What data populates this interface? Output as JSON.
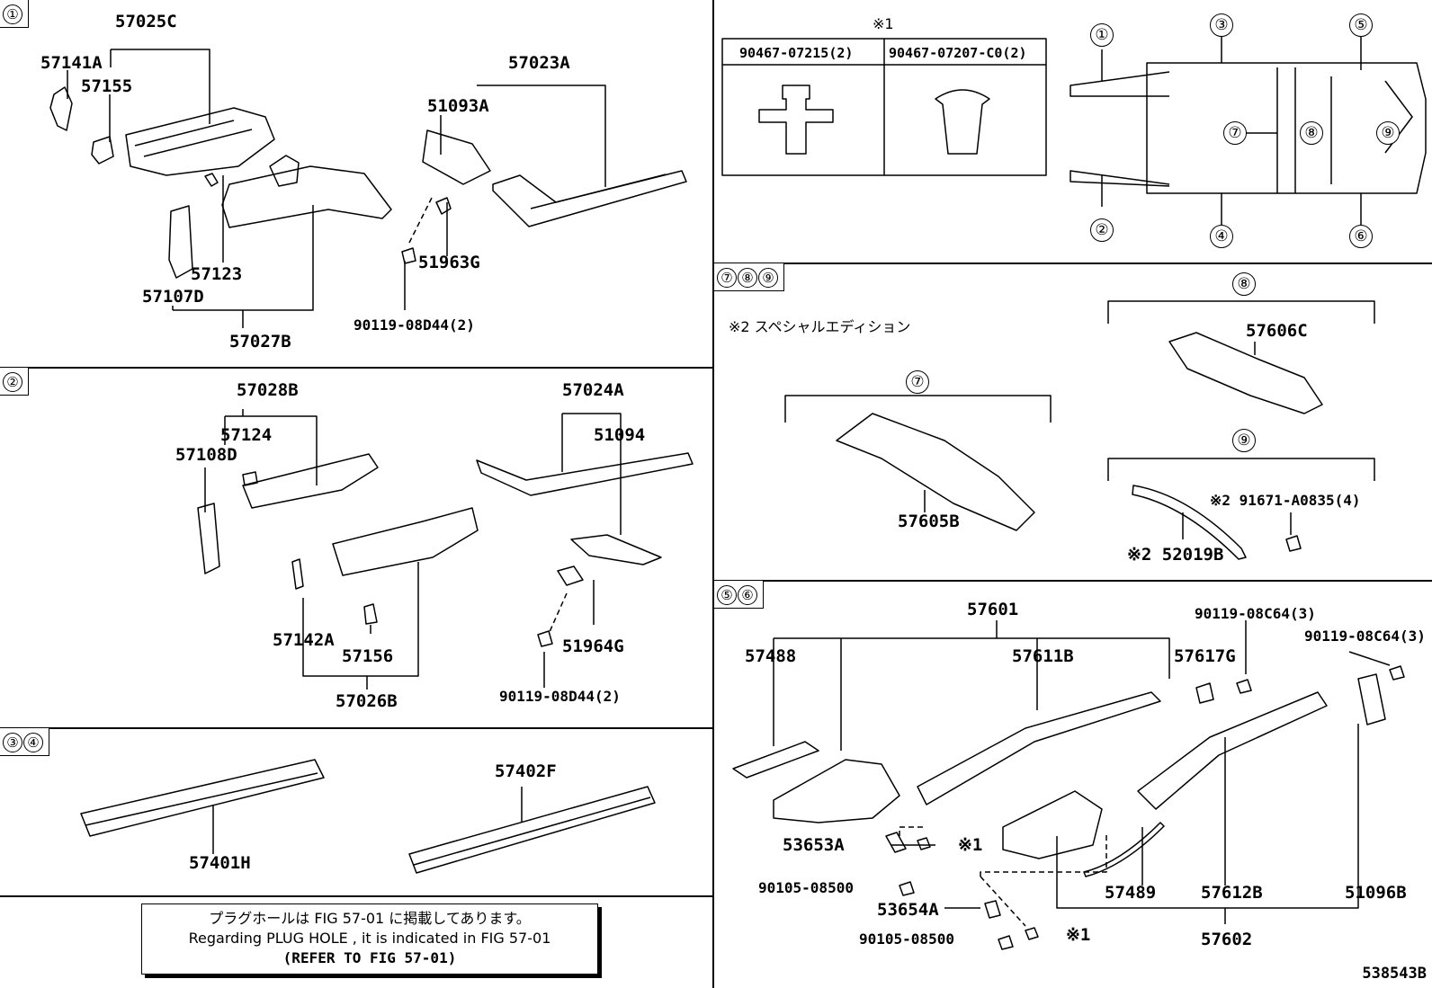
{
  "sections": {
    "s1": {
      "marks": [
        "①"
      ]
    },
    "s2": {
      "marks": [
        "②"
      ]
    },
    "s34": {
      "marks": [
        "③",
        "④"
      ]
    },
    "s789": {
      "marks": [
        "⑦",
        "⑧",
        "⑨"
      ]
    },
    "s56": {
      "marks": [
        "⑤",
        "⑥"
      ]
    }
  },
  "parts": {
    "p57025C": "57025C",
    "p57141A": "57141A",
    "p57155": "57155",
    "p57023A": "57023A",
    "p51093A": "51093A",
    "p57123": "57123",
    "p57107D": "57107D",
    "p51963G": "51963G",
    "p90119_08D44_a": "90119-08D44(2)",
    "p57027B": "57027B",
    "p57028B": "57028B",
    "p57024A": "57024A",
    "p57124": "57124",
    "p57108D": "57108D",
    "p51094": "51094",
    "p57142A": "57142A",
    "p57156": "57156",
    "p51964G": "51964G",
    "p57026B": "57026B",
    "p90119_08D44_b": "90119-08D44(2)",
    "p57401H": "57401H",
    "p57402F": "57402F",
    "p57606C": "57606C",
    "p57605B": "57605B",
    "p91671": "※2 91671-A0835(4)",
    "p52019B": "※2 52019B",
    "p57601": "57601",
    "p57488": "57488",
    "p57611B": "57611B",
    "p57617G": "57617G",
    "p90119_08C64_a": "90119-08C64(3)",
    "p90119_08C64_b": "90119-08C64(3)",
    "p53653A": "53653A",
    "p90105_08500_a": "90105-08500",
    "p53654A": "53654A",
    "p90105_08500_b": "90105-08500",
    "p57489": "57489",
    "p57612B": "57612B",
    "p51096B": "51096B",
    "p57602": "57602",
    "star1_a": "※1",
    "star1_b": "※1"
  },
  "clip_table": {
    "note": "※1",
    "col1": "90467-07215(2)",
    "col2": "90467-07207-C0(2)"
  },
  "overview_marks": [
    "①",
    "②",
    "③",
    "④",
    "⑤",
    "⑥",
    "⑦",
    "⑧",
    "⑨"
  ],
  "special_edition_note": "※2 スペシャルエディション",
  "sub_marks": {
    "m7": "⑦",
    "m8": "⑧",
    "m9": "⑨"
  },
  "plug_hole_note": {
    "jp": "プラグホールは FIG 57-01 に掲載してあります。",
    "en": "Regarding  PLUG  HOLE , it is indicated in FIG  57-01",
    "ref": "(REFER TO FIG 57-01)"
  },
  "figure_id": "538543B"
}
